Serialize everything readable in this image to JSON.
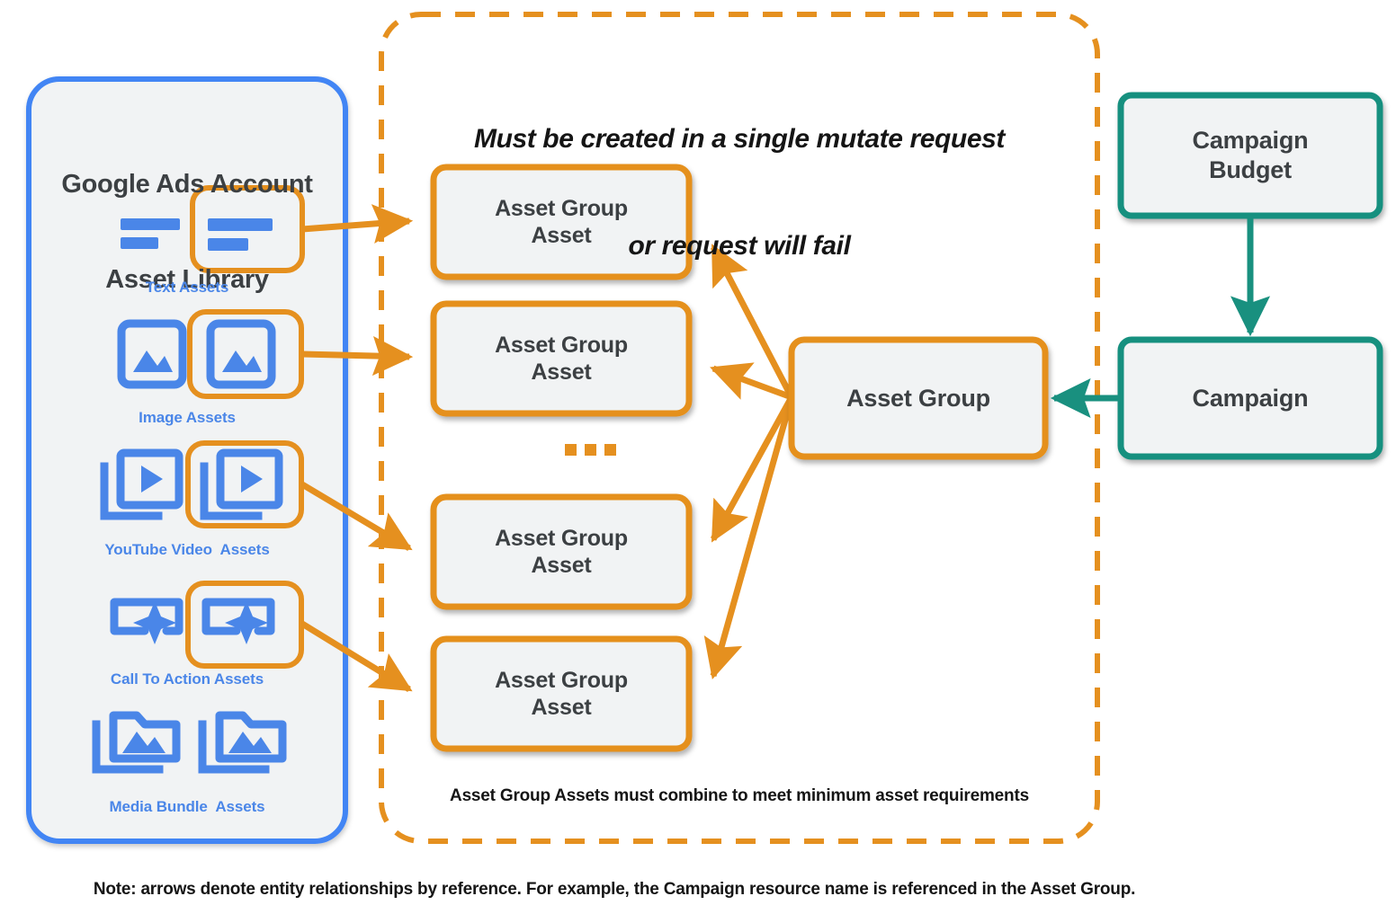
{
  "colors": {
    "orange": "#E5901F",
    "teal": "#19907F",
    "blue": "#4285F4",
    "caption_blue": "#4A86E8",
    "box_fill": "#F1F3F4",
    "text_dark": "#3C4043",
    "note_text": "#151515",
    "canvas": "#FFFFFF"
  },
  "asset_library": {
    "title_line1": "Google Ads Account",
    "title_line2": "Asset Library",
    "items": [
      {
        "caption": "Text Assets",
        "icon": "text-lines-icon"
      },
      {
        "caption": "Image Assets",
        "icon": "image-picture-icon"
      },
      {
        "caption": "YouTube Video  Assets",
        "icon": "video-play-stack-icon"
      },
      {
        "caption": "Call To Action Assets",
        "icon": "call-to-action-sparkle-icon"
      },
      {
        "caption": "Media Bundle  Assets",
        "icon": "folder-image-stack-icon"
      }
    ]
  },
  "mutate_container": {
    "heading_line1": "Must be created in a single mutate request",
    "heading_line2": "or request will fail",
    "footnote": "Asset Group Assets must combine to meet minimum asset requirements",
    "ellipsis": "•••",
    "asset_group_assets": [
      {
        "line1": "Asset Group",
        "line2": "Asset"
      },
      {
        "line1": "Asset Group",
        "line2": "Asset"
      },
      {
        "line1": "Asset Group",
        "line2": "Asset"
      },
      {
        "line1": "Asset Group",
        "line2": "Asset"
      }
    ]
  },
  "asset_group": {
    "label": "Asset Group"
  },
  "campaign_side": {
    "budget_line1": "Campaign",
    "budget_line2": "Budget",
    "campaign_label": "Campaign"
  },
  "page_note": "Note: arrows denote entity relationships by reference. For example, the Campaign resource name is referenced in the Asset Group."
}
